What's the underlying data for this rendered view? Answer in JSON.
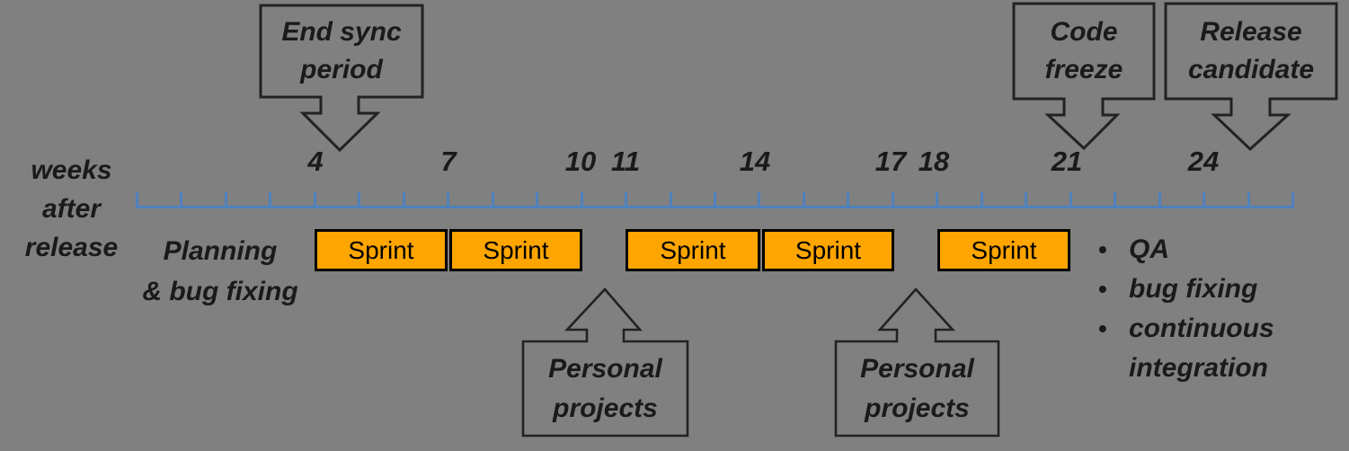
{
  "colors": {
    "background": "#808080",
    "timeline_blue": "#4F81BD",
    "sprint_orange": "#FFA500",
    "outline_dark": "#222222",
    "text_dark": "#1a1a1a"
  },
  "callouts": {
    "end_sync": {
      "line1": "End sync",
      "line2": "period"
    },
    "code_freeze": {
      "line1": "Code",
      "line2": "freeze"
    },
    "release_candidate": {
      "line1": "Release",
      "line2": "candidate"
    },
    "personal_1": {
      "line1": "Personal",
      "line2": "projects"
    },
    "personal_2": {
      "line1": "Personal",
      "line2": "projects"
    }
  },
  "timeline": {
    "axis_label": {
      "line1": "weeks",
      "line2": "after",
      "line3": "release"
    },
    "tick_count": 27,
    "tick_spacing_px": 49.46,
    "week_labels": [
      "4",
      "7",
      "10",
      "11",
      "14",
      "17",
      "18",
      "21",
      "24"
    ]
  },
  "phases": {
    "planning": {
      "line1": "Planning",
      "line2": "& bug fixing"
    },
    "sprints": [
      "Sprint",
      "Sprint",
      "Sprint",
      "Sprint",
      "Sprint"
    ],
    "release_activities": {
      "bullet_char": "•",
      "items": [
        "QA",
        "bug fixing",
        "continuous integration"
      ]
    }
  }
}
